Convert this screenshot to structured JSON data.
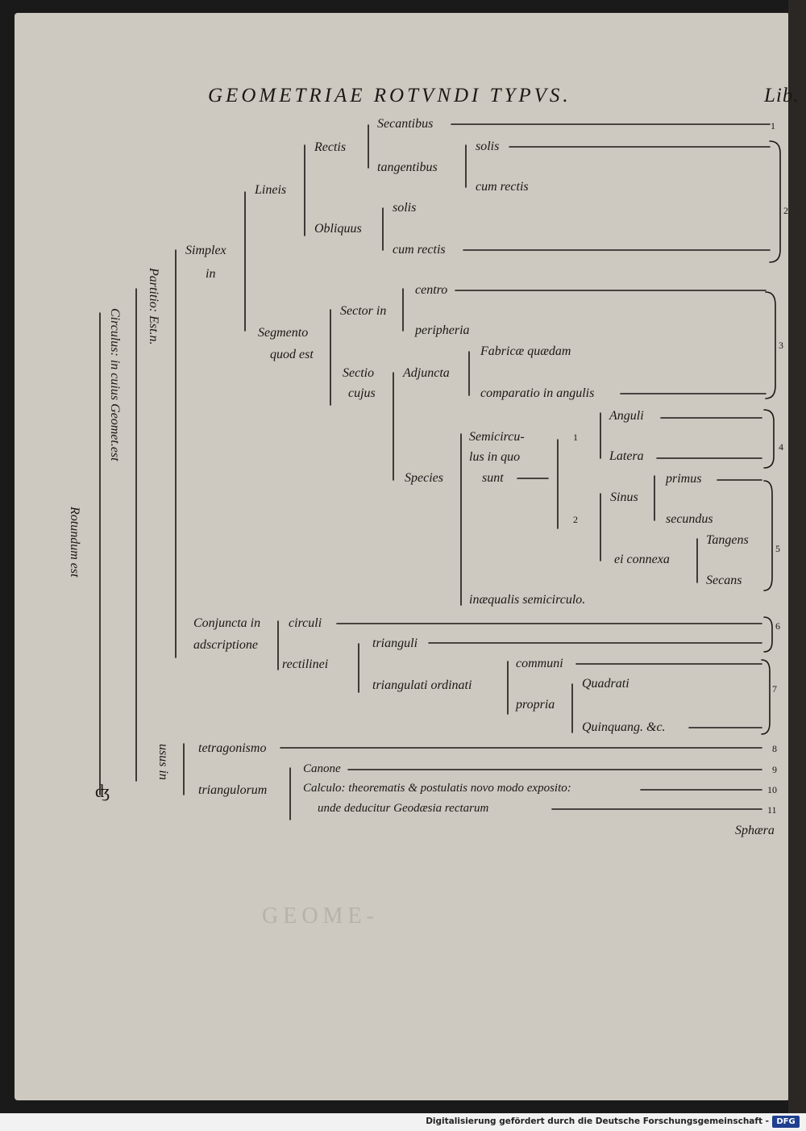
{
  "header": {
    "title": "GEOMETRIAE ROTVNDI TYPVS.",
    "corner": "Lib."
  },
  "vertical": {
    "rotundum": "Rotundum est",
    "circulus": "Circulus: in cuius Geomet.est",
    "partitio": "Partitio: Est.n.",
    "usus": "usus in"
  },
  "tree": {
    "simplex": "Simplex",
    "simplex_in": "in",
    "lineis": "Lineis",
    "rectis": "Rectis",
    "secantibus": "Secantibus",
    "tangentibus": "tangentibus",
    "solis1": "solis",
    "cum_rectis1": "cum rectis",
    "obliquus": "Obliquus",
    "solis2": "solis",
    "cum_rectis2": "cum rectis",
    "segmento": "Segmento",
    "quod_est": "quod est",
    "sector_in": "Sector in",
    "centro": "centro",
    "peripheria": "peripheria",
    "sectio": "Sectio",
    "cujus": "cujus",
    "adjuncta": "Adjuncta",
    "fabricae": "Fabricæ quædam",
    "comparatio": "comparatio in angulis",
    "species": "Species",
    "semicircu": "Semicircu-",
    "lus_in_quo": "lus in quo",
    "sunt": "sunt",
    "one": "1",
    "anguli": "Anguli",
    "latera": "Latera",
    "two": "2",
    "sinus": "Sinus",
    "primus": "primus",
    "secundus": "secundus",
    "ei_connexa": "ei connexa",
    "tangens": "Tangens",
    "secans": "Secans",
    "inaequalis": "inæqualis semicirculo.",
    "conjuncta_in": "Conjuncta in",
    "adscriptione": "adscriptione",
    "circuli": "circuli",
    "rectilinei": "rectilinei",
    "trianguli": "trianguli",
    "triangulati": "triangulati ordinati",
    "communi": "communi",
    "propria": "propria",
    "quadrati": "Quadrati",
    "quinquang": "Quinquang. &c.",
    "tetragonismo": "tetragonismo",
    "triangulorum": "triangulorum",
    "canone": "Canone",
    "calculo": "Calculo: theorematis & postulatis novo modo exposito:",
    "unde": "unde deducitur Geodæsia rectarum"
  },
  "numbers": [
    "1",
    "2",
    "3",
    "4",
    "5",
    "6",
    "7",
    "8",
    "9",
    "10",
    "11"
  ],
  "catchword": "Sphæra",
  "ghost": "GEOME-",
  "footer": {
    "text": "Digitalisierung gefördert durch die Deutsche Forschungsgemeinschaft -",
    "logo": "DFG"
  }
}
